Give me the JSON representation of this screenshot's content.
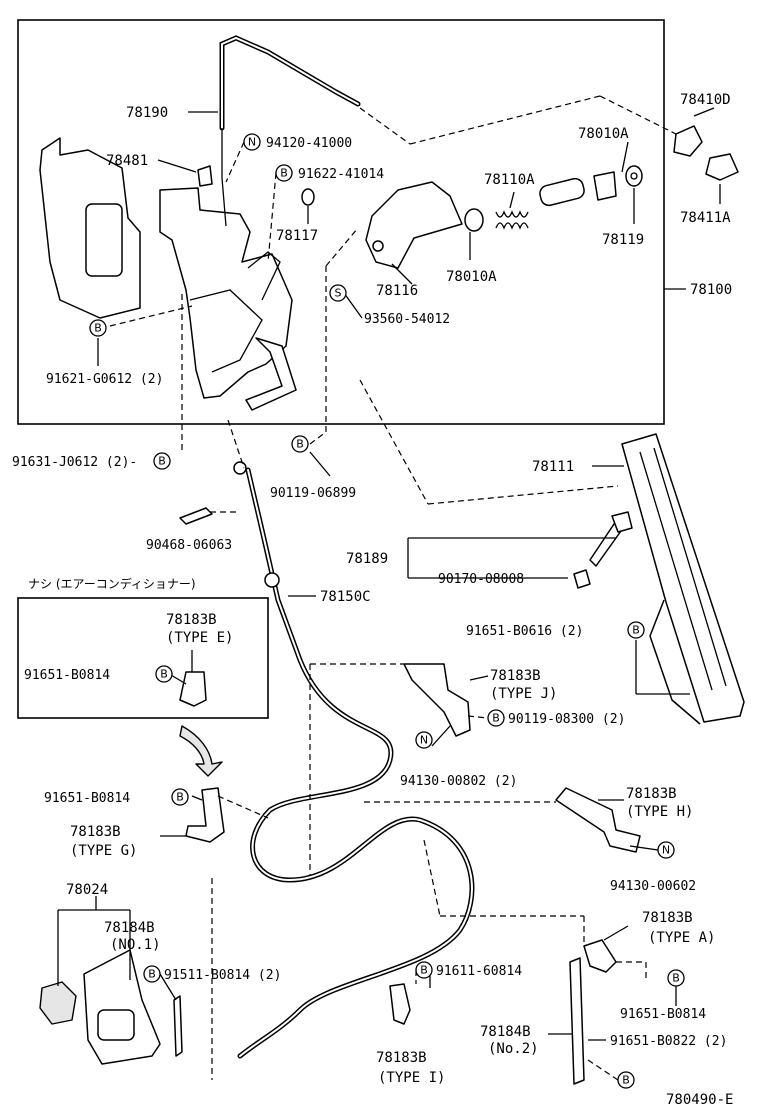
{
  "labels": {
    "p78190": "78190",
    "p78481": "78481",
    "p94120_41000": "94120-41000",
    "p91622_41014": "91622-41014",
    "p78117": "78117",
    "p78010A_top": "78010A",
    "p78410D": "78410D",
    "p78411A": "78411A",
    "p78110A": "78110A",
    "p78119": "78119",
    "p78116": "78116",
    "p78010A_mid": "78010A",
    "p78100": "78100",
    "p93560_54012": "93560-54012",
    "p91621_G0612": "91621-G0612 (2)",
    "p91631_J0612": "91631-J0612 (2)-",
    "p90119_06899": "90119-06899",
    "p78111": "78111",
    "p90468_06063": "90468-06063",
    "p78189": "78189",
    "p90170_08008": "90170-08008",
    "p78150C": "78150C",
    "p91651_B0616": "91651-B0616 (2)",
    "box_title": "ナシ (エアーコンディショナー)",
    "box_78183B": "78183B",
    "box_type_e": "(TYPE E)",
    "box_91651_B0814": "91651-B0814",
    "p78183B_j": "78183B",
    "type_j": "(TYPE J)",
    "p90119_08300": "90119-08300 (2)",
    "p94130_00802": "94130-00802 (2)",
    "p91651_B0814_g": "91651-B0814",
    "p78183B_g": "78183B",
    "type_g": "(TYPE G)",
    "p78183B_h": "78183B",
    "type_h": "(TYPE H)",
    "p94130_00602": "94130-00602",
    "p78024": "78024",
    "p78184B_1": "78184B",
    "no1": "(NO.1)",
    "p91511_B0814": "91511-B0814 (2)",
    "p78183B_a": "78183B",
    "type_a": "(TYPE A)",
    "p91611_60814": "91611-60814",
    "p91651_B0814_a": "91651-B0814",
    "p78184B_2": "78184B",
    "no2": "(No.2)",
    "p91651_B0822": "91651-B0822 (2)",
    "p78183B_i": "78183B",
    "type_i": "(TYPE I)",
    "diagram_id": "780490-E"
  },
  "symbols": {
    "B": "B",
    "N": "N",
    "S": "S"
  }
}
